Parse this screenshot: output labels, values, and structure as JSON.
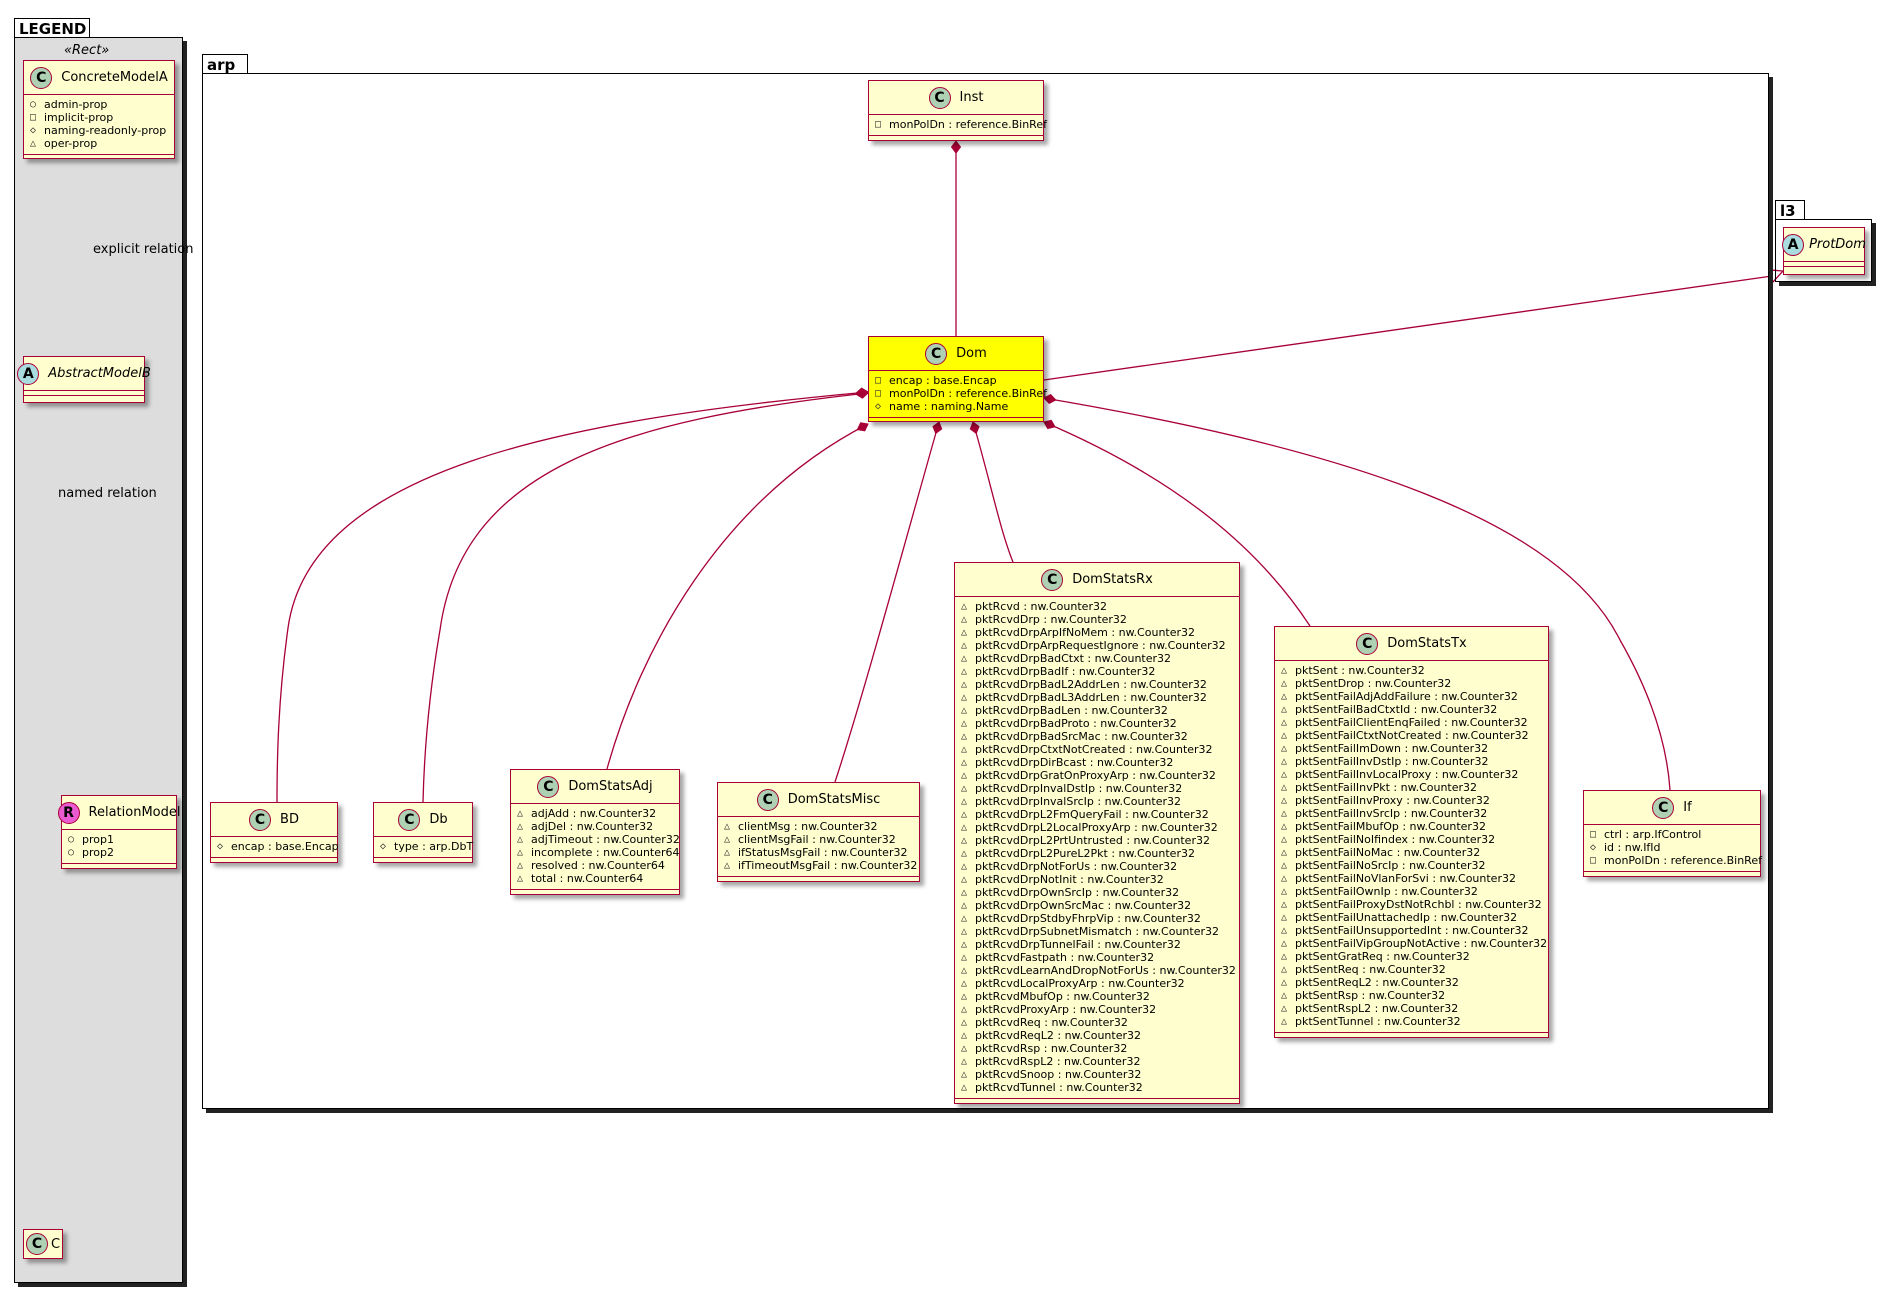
{
  "legend": {
    "package_name": "LEGEND",
    "stereotype": "«Rect»",
    "explicit_label": "explicit relation",
    "named_label": "named relation",
    "concrete": {
      "name": "ConcreteModelA",
      "glyph": "C",
      "attrs": [
        {
          "vis": "○",
          "text": "admin-prop"
        },
        {
          "vis": "□",
          "text": "implicit-prop"
        },
        {
          "vis": "◇",
          "text": "naming-readonly-prop"
        },
        {
          "vis": "△",
          "text": "oper-prop"
        }
      ]
    },
    "abstract": {
      "name": "AbstractModelB",
      "glyph": "A"
    },
    "relation": {
      "name": "RelationModel",
      "glyph": "R",
      "attrs": [
        {
          "vis": "○",
          "text": "prop1"
        },
        {
          "vis": "○",
          "text": "prop2"
        }
      ]
    },
    "c": {
      "name": "C",
      "glyph": "C"
    }
  },
  "arp": {
    "package_name": "arp",
    "inst": {
      "name": "Inst",
      "glyph": "C",
      "attrs": [
        {
          "vis": "□",
          "text": "monPolDn : reference.BinRef"
        }
      ]
    },
    "dom": {
      "name": "Dom",
      "glyph": "C",
      "attrs": [
        {
          "vis": "□",
          "text": "encap : base.Encap"
        },
        {
          "vis": "□",
          "text": "monPolDn : reference.BinRef"
        },
        {
          "vis": "◇",
          "text": "name : naming.Name"
        }
      ]
    },
    "bd": {
      "name": "BD",
      "glyph": "C",
      "attrs": [
        {
          "vis": "◇",
          "text": "encap : base.Encap"
        }
      ]
    },
    "db": {
      "name": "Db",
      "glyph": "C",
      "attrs": [
        {
          "vis": "◇",
          "text": "type : arp.DbT"
        }
      ]
    },
    "adj": {
      "name": "DomStatsAdj",
      "glyph": "C",
      "attrs": [
        {
          "vis": "△",
          "text": "adjAdd : nw.Counter32"
        },
        {
          "vis": "△",
          "text": "adjDel : nw.Counter32"
        },
        {
          "vis": "△",
          "text": "adjTimeout : nw.Counter32"
        },
        {
          "vis": "△",
          "text": "incomplete : nw.Counter64"
        },
        {
          "vis": "△",
          "text": "resolved : nw.Counter64"
        },
        {
          "vis": "△",
          "text": "total : nw.Counter64"
        }
      ]
    },
    "misc": {
      "name": "DomStatsMisc",
      "glyph": "C",
      "attrs": [
        {
          "vis": "△",
          "text": "clientMsg : nw.Counter32"
        },
        {
          "vis": "△",
          "text": "clientMsgFail : nw.Counter32"
        },
        {
          "vis": "△",
          "text": "ifStatusMsgFail : nw.Counter32"
        },
        {
          "vis": "△",
          "text": "ifTimeoutMsgFail : nw.Counter32"
        }
      ]
    },
    "rx": {
      "name": "DomStatsRx",
      "glyph": "C",
      "attrs": [
        {
          "vis": "△",
          "text": "pktRcvd : nw.Counter32"
        },
        {
          "vis": "△",
          "text": "pktRcvdDrp : nw.Counter32"
        },
        {
          "vis": "△",
          "text": "pktRcvdDrpArpIfNoMem : nw.Counter32"
        },
        {
          "vis": "△",
          "text": "pktRcvdDrpArpRequestIgnore : nw.Counter32"
        },
        {
          "vis": "△",
          "text": "pktRcvdDrpBadCtxt : nw.Counter32"
        },
        {
          "vis": "△",
          "text": "pktRcvdDrpBadIf : nw.Counter32"
        },
        {
          "vis": "△",
          "text": "pktRcvdDrpBadL2AddrLen : nw.Counter32"
        },
        {
          "vis": "△",
          "text": "pktRcvdDrpBadL3AddrLen : nw.Counter32"
        },
        {
          "vis": "△",
          "text": "pktRcvdDrpBadLen : nw.Counter32"
        },
        {
          "vis": "△",
          "text": "pktRcvdDrpBadProto : nw.Counter32"
        },
        {
          "vis": "△",
          "text": "pktRcvdDrpBadSrcMac : nw.Counter32"
        },
        {
          "vis": "△",
          "text": "pktRcvdDrpCtxtNotCreated : nw.Counter32"
        },
        {
          "vis": "△",
          "text": "pktRcvdDrpDirBcast : nw.Counter32"
        },
        {
          "vis": "△",
          "text": "pktRcvdDrpGratOnProxyArp : nw.Counter32"
        },
        {
          "vis": "△",
          "text": "pktRcvdDrpInvalDstIp : nw.Counter32"
        },
        {
          "vis": "△",
          "text": "pktRcvdDrpInvalSrcIp : nw.Counter32"
        },
        {
          "vis": "△",
          "text": "pktRcvdDrpL2FmQueryFail : nw.Counter32"
        },
        {
          "vis": "△",
          "text": "pktRcvdDrpL2LocalProxyArp : nw.Counter32"
        },
        {
          "vis": "△",
          "text": "pktRcvdDrpL2PrtUntrusted : nw.Counter32"
        },
        {
          "vis": "△",
          "text": "pktRcvdDrpL2PureL2Pkt : nw.Counter32"
        },
        {
          "vis": "△",
          "text": "pktRcvdDrpNotForUs : nw.Counter32"
        },
        {
          "vis": "△",
          "text": "pktRcvdDrpNotInit : nw.Counter32"
        },
        {
          "vis": "△",
          "text": "pktRcvdDrpOwnSrcIp : nw.Counter32"
        },
        {
          "vis": "△",
          "text": "pktRcvdDrpOwnSrcMac : nw.Counter32"
        },
        {
          "vis": "△",
          "text": "pktRcvdDrpStdbyFhrpVip : nw.Counter32"
        },
        {
          "vis": "△",
          "text": "pktRcvdDrpSubnetMismatch : nw.Counter32"
        },
        {
          "vis": "△",
          "text": "pktRcvdDrpTunnelFail : nw.Counter32"
        },
        {
          "vis": "△",
          "text": "pktRcvdFastpath : nw.Counter32"
        },
        {
          "vis": "△",
          "text": "pktRcvdLearnAndDropNotForUs : nw.Counter32"
        },
        {
          "vis": "△",
          "text": "pktRcvdLocalProxyArp : nw.Counter32"
        },
        {
          "vis": "△",
          "text": "pktRcvdMbufOp : nw.Counter32"
        },
        {
          "vis": "△",
          "text": "pktRcvdProxyArp : nw.Counter32"
        },
        {
          "vis": "△",
          "text": "pktRcvdReq : nw.Counter32"
        },
        {
          "vis": "△",
          "text": "pktRcvdReqL2 : nw.Counter32"
        },
        {
          "vis": "△",
          "text": "pktRcvdRsp : nw.Counter32"
        },
        {
          "vis": "△",
          "text": "pktRcvdRspL2 : nw.Counter32"
        },
        {
          "vis": "△",
          "text": "pktRcvdSnoop : nw.Counter32"
        },
        {
          "vis": "△",
          "text": "pktRcvdTunnel : nw.Counter32"
        }
      ]
    },
    "tx": {
      "name": "DomStatsTx",
      "glyph": "C",
      "attrs": [
        {
          "vis": "△",
          "text": "pktSent : nw.Counter32"
        },
        {
          "vis": "△",
          "text": "pktSentDrop : nw.Counter32"
        },
        {
          "vis": "△",
          "text": "pktSentFailAdjAddFailure : nw.Counter32"
        },
        {
          "vis": "△",
          "text": "pktSentFailBadCtxtId : nw.Counter32"
        },
        {
          "vis": "△",
          "text": "pktSentFailClientEnqFailed : nw.Counter32"
        },
        {
          "vis": "△",
          "text": "pktSentFailCtxtNotCreated : nw.Counter32"
        },
        {
          "vis": "△",
          "text": "pktSentFailImDown : nw.Counter32"
        },
        {
          "vis": "△",
          "text": "pktSentFailInvDstIp : nw.Counter32"
        },
        {
          "vis": "△",
          "text": "pktSentFailInvLocalProxy : nw.Counter32"
        },
        {
          "vis": "△",
          "text": "pktSentFailInvPkt : nw.Counter32"
        },
        {
          "vis": "△",
          "text": "pktSentFailInvProxy : nw.Counter32"
        },
        {
          "vis": "△",
          "text": "pktSentFailInvSrcIp : nw.Counter32"
        },
        {
          "vis": "△",
          "text": "pktSentFailMbufOp : nw.Counter32"
        },
        {
          "vis": "△",
          "text": "pktSentFailNoIfindex : nw.Counter32"
        },
        {
          "vis": "△",
          "text": "pktSentFailNoMac : nw.Counter32"
        },
        {
          "vis": "△",
          "text": "pktSentFailNoSrcIp : nw.Counter32"
        },
        {
          "vis": "△",
          "text": "pktSentFailNoVlanForSvi : nw.Counter32"
        },
        {
          "vis": "△",
          "text": "pktSentFailOwnIp : nw.Counter32"
        },
        {
          "vis": "△",
          "text": "pktSentFailProxyDstNotRchbl : nw.Counter32"
        },
        {
          "vis": "△",
          "text": "pktSentFailUnattachedIp : nw.Counter32"
        },
        {
          "vis": "△",
          "text": "pktSentFailUnsupportedInt : nw.Counter32"
        },
        {
          "vis": "△",
          "text": "pktSentFailVipGroupNotActive : nw.Counter32"
        },
        {
          "vis": "△",
          "text": "pktSentGratReq : nw.Counter32"
        },
        {
          "vis": "△",
          "text": "pktSentReq : nw.Counter32"
        },
        {
          "vis": "△",
          "text": "pktSentReqL2 : nw.Counter32"
        },
        {
          "vis": "△",
          "text": "pktSentRsp : nw.Counter32"
        },
        {
          "vis": "△",
          "text": "pktSentRspL2 : nw.Counter32"
        },
        {
          "vis": "△",
          "text": "pktSentTunnel : nw.Counter32"
        }
      ]
    },
    "if": {
      "name": "If",
      "glyph": "C",
      "attrs": [
        {
          "vis": "□",
          "text": "ctrl : arp.IfControl"
        },
        {
          "vis": "◇",
          "text": "id : nw.IfId"
        },
        {
          "vis": "□",
          "text": "monPolDn : reference.BinRef"
        }
      ]
    }
  },
  "l3": {
    "package_name": "l3",
    "protdom": {
      "name": "ProtDom",
      "glyph": "A"
    }
  },
  "colors": {
    "class_fill": "#fefece",
    "class_border": "#a80036",
    "highlight_fill": "#ffff00",
    "legend_fill": "#dddddd",
    "glyph_class": "#add1b2",
    "glyph_abstract": "#a9dcdf",
    "glyph_relation": "#ea5bd2"
  }
}
